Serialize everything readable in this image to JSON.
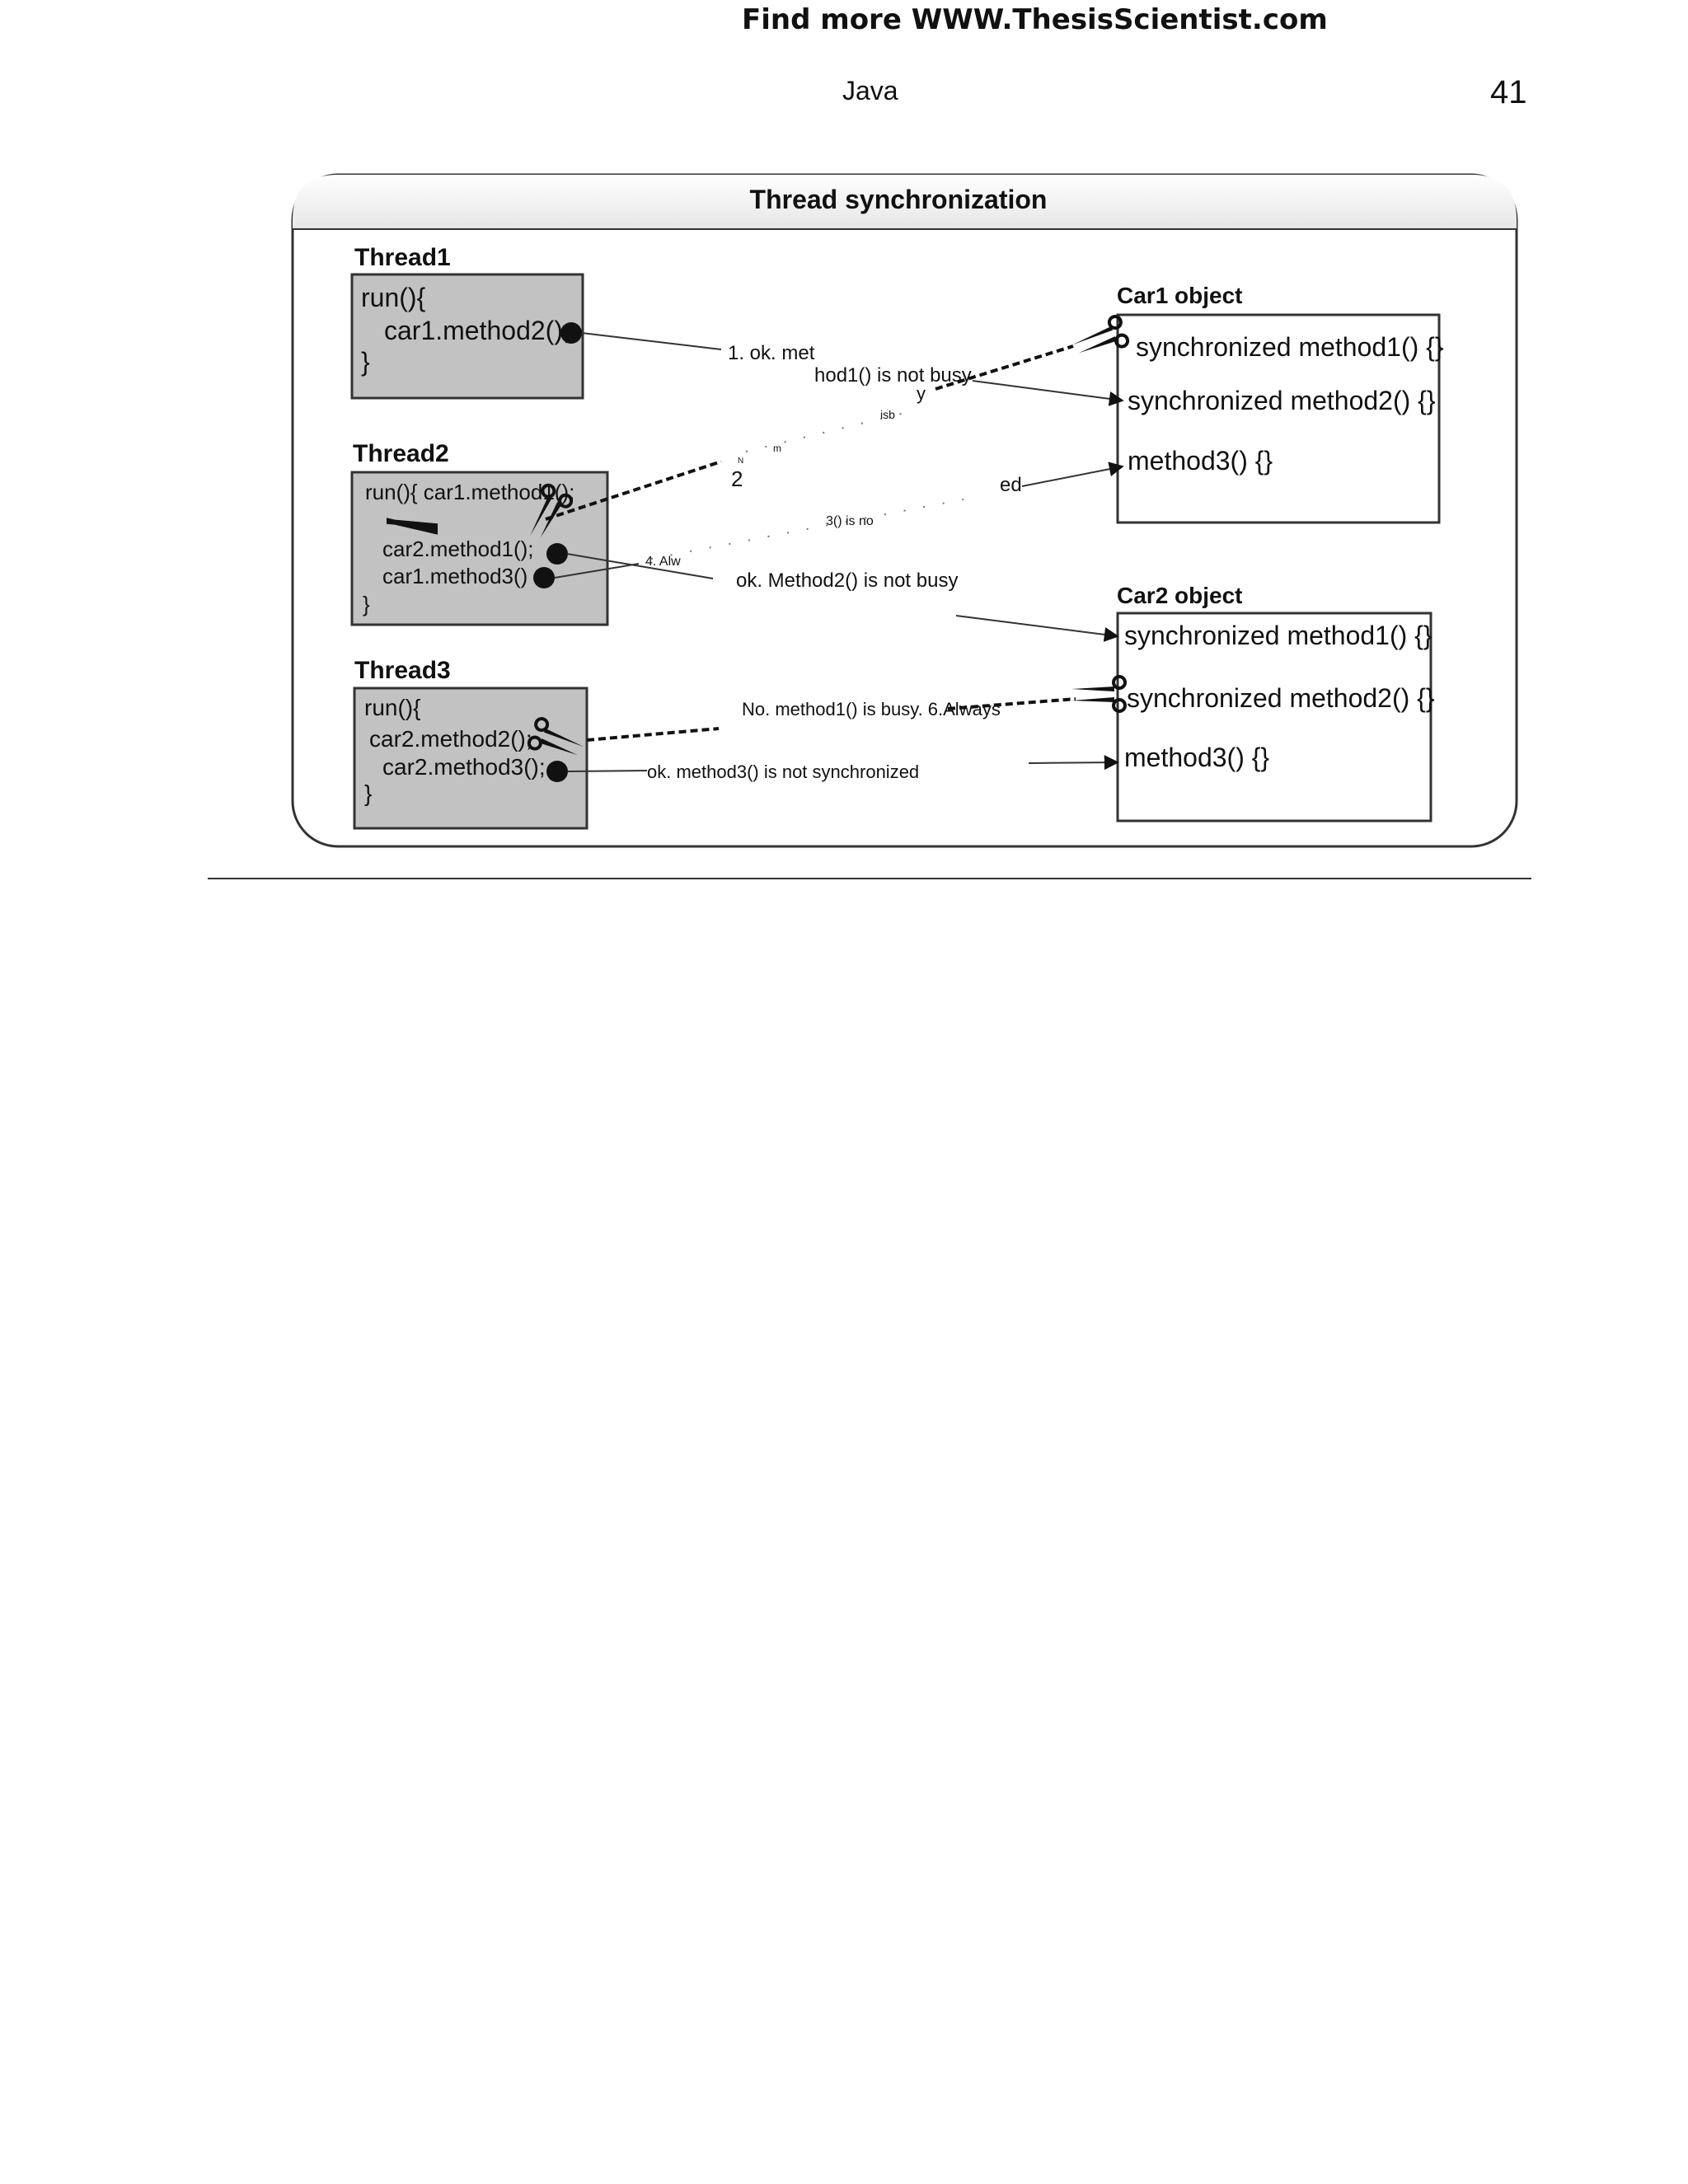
{
  "header": {
    "banner": "Find more WWW.ThesisScientist.com",
    "running_title": "Java",
    "page_number": "41"
  },
  "figure": {
    "title": "Thread synchronization",
    "threads": [
      {
        "name": "Thread1",
        "lines": [
          "run(){",
          "car1.method2();",
          "}"
        ]
      },
      {
        "name": "Thread2",
        "lines": [
          "run(){ car1.method1();",
          "car2.method1();",
          "car1.method3()",
          "}"
        ]
      },
      {
        "name": "Thread3",
        "lines": [
          "run(){",
          "car2.method2();",
          "car2.method3();",
          "}"
        ]
      }
    ],
    "objects": [
      {
        "name": "Car1 object",
        "methods": [
          "synchronized method1() {}",
          "synchronized method2() {}",
          "method3() {}"
        ]
      },
      {
        "name": "Car2 object",
        "methods": [
          "synchronized method1() {}",
          "synchronized method2() {}",
          "method3() {}"
        ]
      }
    ],
    "annotations": {
      "a1": "1. ok. met",
      "a1b": "hod1() is not busy",
      "a1c": "y",
      "a_isb": "isb",
      "a_m": "m",
      "a_n": "N",
      "a2": "2",
      "a_ed": "ed",
      "a3": "3() is no",
      "a4": "4. Alw",
      "a5": "ok. Method2() is not busy",
      "a6": "No. method1() is busy. 6.Always",
      "a7": "ok. method3() is not synchronized"
    }
  }
}
